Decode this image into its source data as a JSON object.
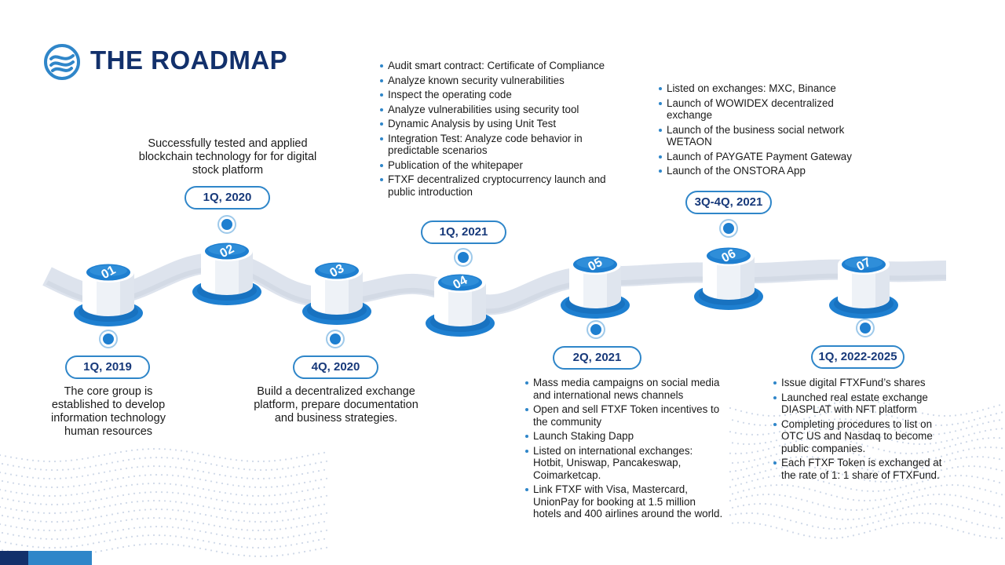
{
  "title": "THE ROADMAP",
  "logo_icon": "roadmap-logo-icon",
  "colors": {
    "navy": "#12306b",
    "blue": "#2f86c9",
    "accent": "#1e7fd0",
    "road": "#dfe4ee"
  },
  "milestones": [
    {
      "number": "01",
      "period": "1Q, 2019",
      "caption": "The core group is established to develop information technology human resources"
    },
    {
      "number": "02",
      "period": "1Q, 2020",
      "caption": "Successfully tested and applied blockchain technology for for digital stock platform"
    },
    {
      "number": "03",
      "period": "4Q, 2020",
      "caption": "Build a decentralized exchange platform, prepare documentation and business strategies."
    },
    {
      "number": "04",
      "period": "1Q, 2021",
      "items": [
        "Audit smart contract: Certificate of Compliance",
        "Analyze known security vulnerabilities",
        "Inspect the operating code",
        "Analyze vulnerabilities using security tool",
        "Dynamic Analysis by using Unit Test",
        "Integration Test: Analyze code behavior in predictable scenarios",
        "Publication of the whitepaper",
        "FTXF decentralized cryptocurrency launch and public introduction"
      ]
    },
    {
      "number": "05",
      "period": "2Q, 2021",
      "items": [
        "Mass media campaigns on social media and international news channels",
        "Open and sell FTXF Token incentives to the community",
        "Launch Staking Dapp",
        "Listed on international exchanges: Hotbit, Uniswap, Pancakeswap, Coimarketcap.",
        "Link FTXF with Visa,  Mastercard, UnionPay for booking at 1.5 million hotels and 400 airlines around the world."
      ]
    },
    {
      "number": "06",
      "period": "3Q-4Q, 2021",
      "items": [
        "Listed on exchanges: MXC, Binance",
        "Launch of WOWIDEX decentralized exchange",
        "Launch of the business social network WETAON",
        "Launch of PAYGATE Payment Gateway",
        "Launch of the ONSTORA App"
      ]
    },
    {
      "number": "07",
      "period": "1Q, 2022-2025",
      "items": [
        "Issue digital FTXFund’s shares",
        "Launched real estate exchange DIASPLAT with NFT platform",
        "Completing procedures to list on OTC US and Nasdaq to become public companies.",
        "Each FTXF Token is exchanged at the rate of 1: 1 share of FTXFund."
      ]
    }
  ]
}
